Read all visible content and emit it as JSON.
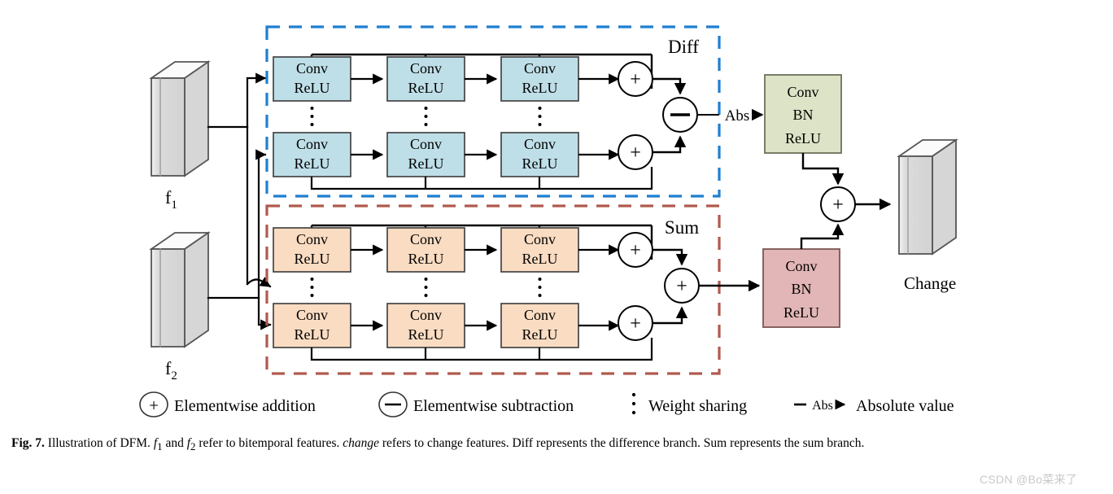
{
  "figure": {
    "title": "Illustration of DFM",
    "branches": {
      "diff": {
        "label": "Diff",
        "color": "#1f7fd0",
        "box_fill": "#bfdfe8"
      },
      "sum": {
        "label": "Sum",
        "color": "#b05a4e",
        "box_fill": "#fadcc2"
      }
    },
    "inputs": [
      {
        "name": "f1",
        "base": "f",
        "sub": "1"
      },
      {
        "name": "f2",
        "base": "f",
        "sub": "2"
      }
    ],
    "output": {
      "label": "Change"
    },
    "conv_block_label": {
      "line1": "Conv",
      "line2": "ReLU"
    },
    "head_block_label": {
      "line1": "Conv",
      "line2": "BN",
      "line3": "ReLU"
    },
    "heads": [
      {
        "name": "diff-head",
        "fill": "#dde3c6",
        "stroke": "#6d705a"
      },
      {
        "name": "sum-head",
        "fill": "#e2b6b6",
        "stroke": "#7a5656"
      }
    ],
    "operators": {
      "plus": "+",
      "minus": "−",
      "abs": "Abs"
    },
    "diff_rows": [
      {
        "row": "top",
        "blocks": [
          "Conv ReLU",
          "Conv ReLU",
          "Conv ReLU"
        ]
      },
      {
        "row": "bottom",
        "blocks": [
          "Conv ReLU",
          "Conv ReLU",
          "Conv ReLU"
        ]
      }
    ],
    "sum_rows": [
      {
        "row": "top",
        "blocks": [
          "Conv ReLU",
          "Conv ReLU",
          "Conv ReLU"
        ]
      },
      {
        "row": "bottom",
        "blocks": [
          "Conv ReLU",
          "Conv ReLU",
          "Conv ReLU"
        ]
      }
    ]
  },
  "legend": {
    "items": [
      {
        "symbol": "+",
        "type": "circle-plus",
        "text": "Elementwise addition"
      },
      {
        "symbol": "−",
        "type": "circle-minus",
        "text": "Elementwise subtraction"
      },
      {
        "symbol": "⋮",
        "type": "vertical-dots",
        "text": "Weight sharing"
      },
      {
        "symbol": "Abs",
        "type": "abs-arrow",
        "text": "Absolute value"
      }
    ]
  },
  "caption": {
    "fig_label": "Fig. 7.",
    "part1": " Illustration of DFM. ",
    "f1": "f",
    "f1sub": "1",
    "and": " and ",
    "f2": "f",
    "f2sub": "2",
    "part2": " refer to bitemporal features. ",
    "italic_word": "change",
    "part3": " refers to change features. Diff represents the difference branch. Sum represents the sum branch."
  },
  "watermark": {
    "text": "CSDN @Bo菜来了"
  }
}
